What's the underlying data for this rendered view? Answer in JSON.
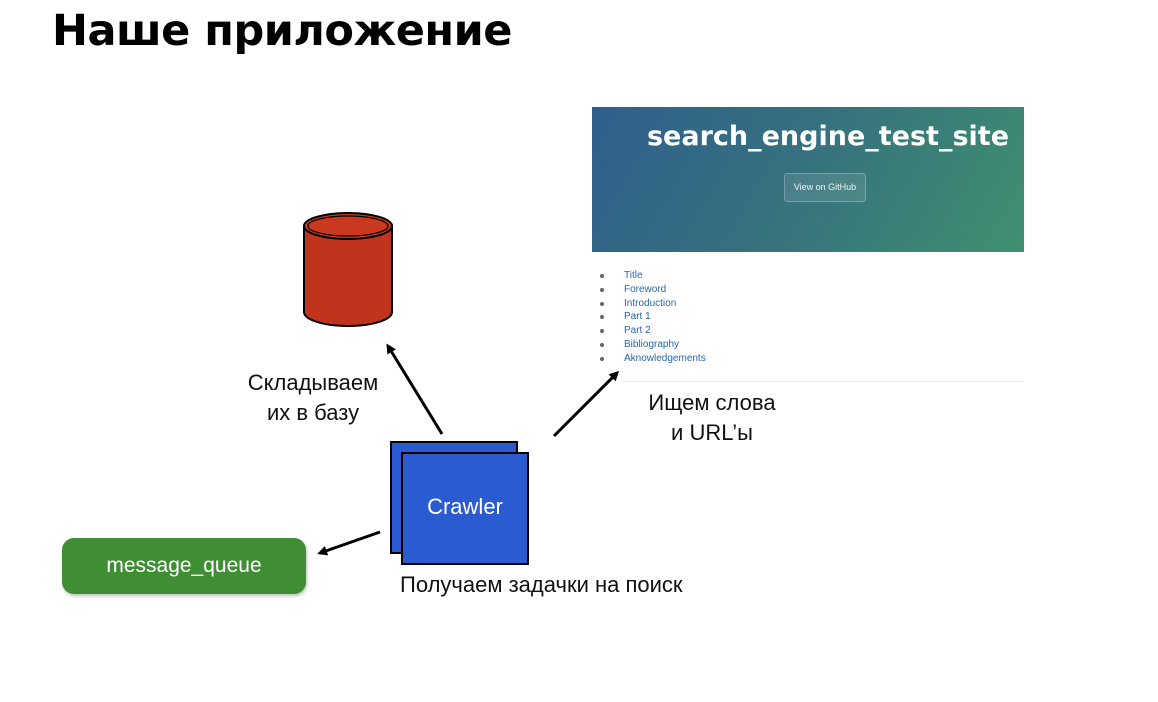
{
  "slide": {
    "title": "Наше приложение"
  },
  "website": {
    "title": "search_engine_test_site",
    "button_label": "View on GitHub",
    "nav_items": [
      "Title",
      "Foreword",
      "Introduction",
      "Part 1",
      "Part 2",
      "Bibliography",
      "Aknowledgements"
    ]
  },
  "labels": {
    "db_line1": "Складываем",
    "db_line2": "их в базу",
    "site_line1": "Ищем слова",
    "site_line2": "и URL’ы",
    "tasks": "Получаем задачки на поиск"
  },
  "crawler": {
    "label": "Crawler"
  },
  "queue": {
    "label": "message_queue"
  },
  "colors": {
    "database": "#c0341d",
    "crawler": "#2b5bd0",
    "queue": "#3f8e34",
    "header_gradient_start": "#2f5f8c",
    "header_gradient_end": "#3f9070"
  },
  "icons": [
    "database-icon",
    "arrow-icon"
  ]
}
